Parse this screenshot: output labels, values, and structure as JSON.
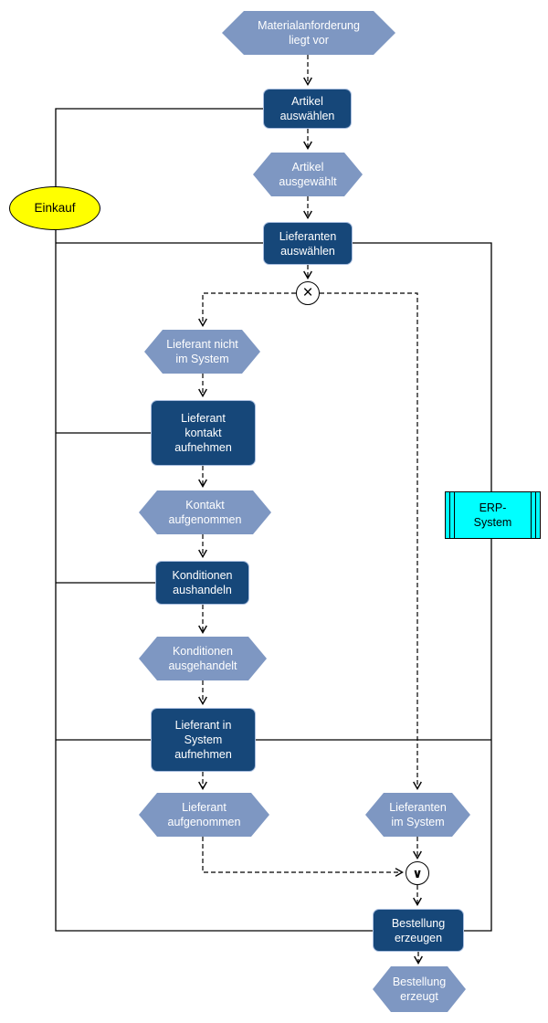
{
  "diagram": {
    "kind": "EPC process chain (procurement)",
    "colors": {
      "function_fill": "#164779",
      "function_border": "#a9bedf",
      "event_fill": "#7e97c2",
      "org_unit_fill": "#ffff00",
      "system_fill": "#00ffff",
      "line": "#000000",
      "text_on_blue": "#ffffff",
      "text_on_yellow_cyan": "#000000"
    },
    "nodes": {
      "start_event": {
        "label": "Materialanforderung\nliegt vor"
      },
      "fn_artikel": {
        "label": "Artikel\nauswählen"
      },
      "ev_artikel": {
        "label": "Artikel\nausgewählt"
      },
      "fn_lieferanten": {
        "label": "Lieferanten\nauswählen"
      },
      "ev_nicht_system": {
        "label": "Lieferant nicht\nim System"
      },
      "fn_kontakt": {
        "label": "Lieferant\nkontakt\naufnehmen"
      },
      "ev_kontakt": {
        "label": "Kontakt\naufgenommen"
      },
      "fn_konditionen": {
        "label": "Konditionen\naushandeln"
      },
      "ev_konditionen": {
        "label": "Konditionen\nausgehandelt"
      },
      "fn_system_aufnehmen": {
        "label": "Lieferant in\nSystem\naufnehmen"
      },
      "ev_aufgenommen": {
        "label": "Lieferant\naufgenommen"
      },
      "ev_im_system": {
        "label": "Lieferanten\nim System"
      },
      "fn_bestellung": {
        "label": "Bestellung\nerzeugen"
      },
      "ev_bestellt": {
        "label": "Bestellung\nerzeugt"
      }
    },
    "connectors": {
      "xor_symbol": "×",
      "or_symbol": "∨"
    },
    "org_unit": {
      "label": "Einkauf"
    },
    "system": {
      "label": "ERP-\nSystem"
    }
  }
}
